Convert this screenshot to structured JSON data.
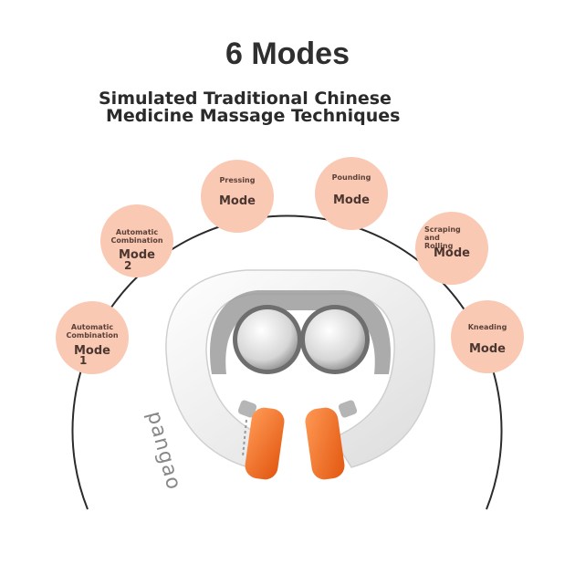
{
  "heading": "6 Modes",
  "subtitle_line1": "Simulated Traditional Chinese",
  "subtitle_line2": "Medicine Massage Techniques",
  "modes": [
    {
      "label": "Automatic Combination",
      "mode": "Mode",
      "number": "1"
    },
    {
      "label": "Automatic Combination",
      "mode": "Mode",
      "number": "2"
    },
    {
      "label": "Pressing",
      "mode": "Mode"
    },
    {
      "label": "Pounding",
      "mode": "Mode"
    },
    {
      "label": "Scraping and Rolling",
      "mode": "Mode"
    },
    {
      "label": "Kneading",
      "mode": "Mode"
    }
  ],
  "brand": "pangao",
  "colors": {
    "bubble": "#f9c9b4",
    "accent": "#ee6a22",
    "body": "#f5f5f5"
  }
}
